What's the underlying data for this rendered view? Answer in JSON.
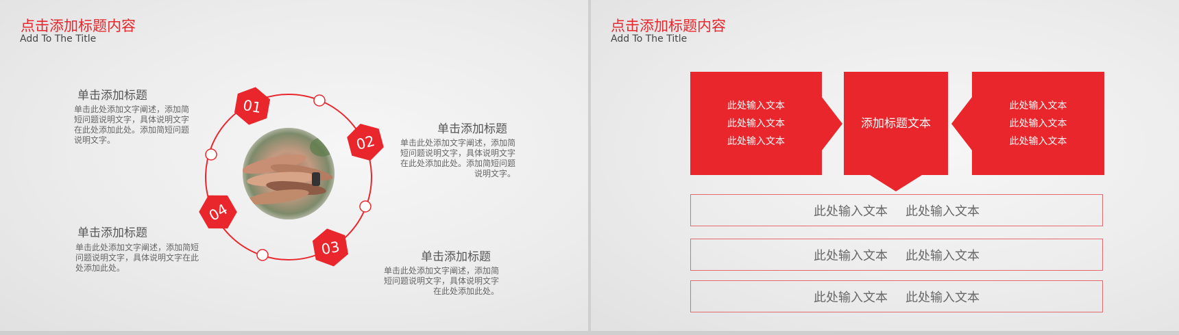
{
  "colors": {
    "accent": "#e8262b",
    "text": "#555555"
  },
  "left_slide": {
    "title_cn": "点击添加标题内容",
    "title_en": "Add To The Title",
    "center_image": "hands-stacked-photo",
    "hexagons": [
      "01",
      "02",
      "03",
      "04"
    ],
    "items": [
      {
        "title": "单击添加标题",
        "desc": [
          "单击此处添加文字阐述，添加简",
          "短问题说明文字，具体说明文字",
          "在此处添加此处。添加简短问题",
          "说明文字。"
        ]
      },
      {
        "title": "单击添加标题",
        "desc": [
          "单击此处添加文字阐述，添加简",
          "短问题说明文字，具体说明文字",
          "在此处添加此处。添加简短问题",
          "说明文字。"
        ]
      },
      {
        "title": "单击添加标题",
        "desc": [
          "单击此处添加文字阐述，添加简",
          "短问题说明文字，具体说明文字",
          "在此处添加此处。"
        ]
      },
      {
        "title": "单击添加标题",
        "desc": [
          "单击此处添加文字阐述，添加简短",
          "问题说明文字，具体说明文字在此",
          "处添加此处。"
        ]
      }
    ]
  },
  "right_slide": {
    "title_cn": "点击添加标题内容",
    "title_en": "Add To The Title",
    "left_box": [
      "此处输入文本",
      "此处输入文本",
      "此处输入文本"
    ],
    "center_box": "添加标题文本",
    "right_box": [
      "此处输入文本",
      "此处输入文本",
      "此处输入文本"
    ],
    "rows": [
      [
        "此处输入文本",
        "此处输入文本"
      ],
      [
        "此处输入文本",
        "此处输入文本"
      ],
      [
        "此处输入文本",
        "此处输入文本"
      ]
    ]
  }
}
